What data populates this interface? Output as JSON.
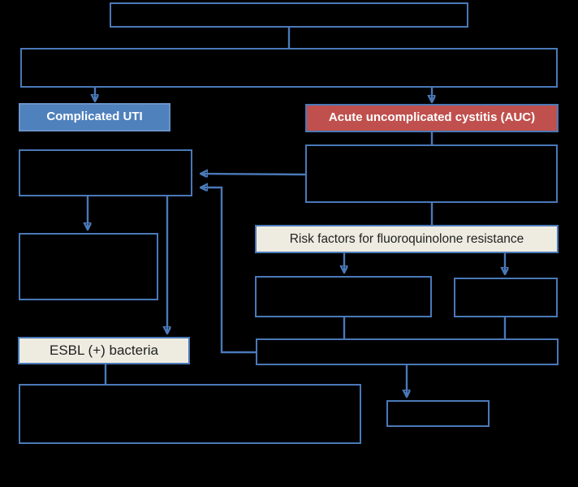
{
  "diagram": {
    "type": "flowchart",
    "background_color": "#000000",
    "line_color": "#4a79b8",
    "nodes": {
      "complicated_uti": {
        "label": "Complicated UTI",
        "fill": "#4f81bd",
        "text_color": "#ffffff"
      },
      "auc": {
        "label": "Acute uncomplicated cystitis (AUC)",
        "fill": "#c0504d",
        "text_color": "#ffffff"
      },
      "risk_factors": {
        "label": "Risk factors for fluoroquinolone resistance",
        "fill": "#eeece1",
        "text_color": "#1f1f1f"
      },
      "esbl": {
        "label": "ESBL (+) bacteria",
        "fill": "#eeece1",
        "text_color": "#1f1f1f"
      }
    },
    "edges": [
      {
        "from": "node-top-1",
        "to": "node-top-2",
        "arrow": false
      },
      {
        "from": "node-top-2",
        "to": "node-complicated-uti",
        "arrow": true
      },
      {
        "from": "node-top-2",
        "to": "node-auc",
        "arrow": true
      },
      {
        "from": "node-auc",
        "to": "node-auc-assessment",
        "arrow": false
      },
      {
        "from": "node-auc-assessment",
        "to": "node-risk-factors",
        "arrow": false
      },
      {
        "from": "node-auc-assessment",
        "to": "node-complicated-eval",
        "arrow": true
      },
      {
        "from": "node-wide-treatment",
        "to": "node-complicated-eval",
        "arrow": true
      },
      {
        "from": "node-complicated-eval",
        "to": "node-complicated-option",
        "arrow": true
      },
      {
        "from": "node-complicated-eval",
        "to": "node-esbl",
        "arrow": true
      },
      {
        "from": "node-risk-factors",
        "to": "node-option-left",
        "arrow": true
      },
      {
        "from": "node-risk-factors",
        "to": "node-option-right",
        "arrow": true
      },
      {
        "from": "node-option-left",
        "to": "node-wide-treatment",
        "arrow": false
      },
      {
        "from": "node-option-right",
        "to": "node-wide-treatment",
        "arrow": false
      },
      {
        "from": "node-wide-treatment",
        "to": "node-small-outcome",
        "arrow": true
      },
      {
        "from": "node-esbl",
        "to": "node-bottom-treatment",
        "arrow": false
      }
    ]
  }
}
